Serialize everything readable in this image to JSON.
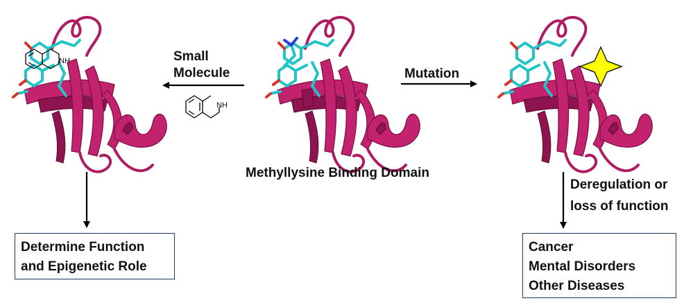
{
  "labels": {
    "small_molecule_line1": "Small",
    "small_molecule_line2": "Molecule",
    "mutation": "Mutation",
    "center_caption": "Methyllysine Binding Domain",
    "deregulation_line1": "Deregulation or",
    "deregulation_line2": "loss of function",
    "inhibitor_atom": "NH",
    "bound_atom": "NH"
  },
  "left_outcome_box": {
    "lines": [
      "Determine Function",
      "and Epigenetic Role"
    ]
  },
  "right_outcome_box": {
    "lines": [
      "Cancer",
      "Mental Disorders",
      "Other Diseases"
    ]
  },
  "colors": {
    "protein_ribbon": "#c2226e",
    "side_chain_carbon": "#22c4c8",
    "oxygen": "#d9322b",
    "nitrogen": "#2b3fd6",
    "mutation_star": "#ffff00",
    "box_border": "#1f3b5c",
    "arrows": "#000000"
  },
  "icons": {
    "mutation_marker": "yellow-four-point-star",
    "ligand": "tetrahydroquinoline-structure"
  }
}
